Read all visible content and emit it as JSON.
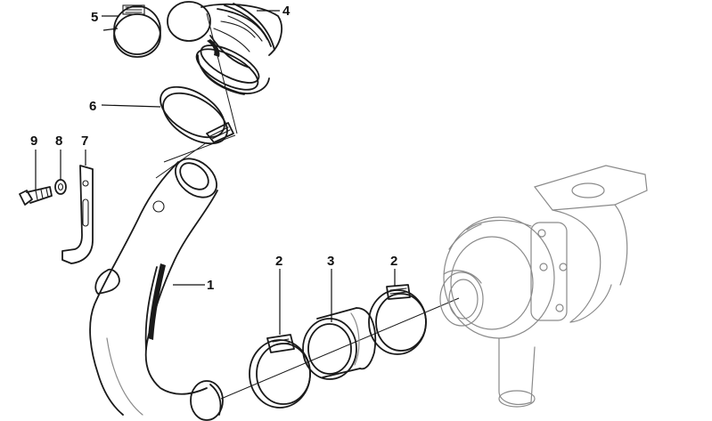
{
  "diagram": {
    "callouts": [
      {
        "id": "1",
        "text": "1"
      },
      {
        "id": "2a",
        "text": "2"
      },
      {
        "id": "2b",
        "text": "2"
      },
      {
        "id": "3",
        "text": "3"
      },
      {
        "id": "4",
        "text": "4"
      },
      {
        "id": "5",
        "text": "5"
      },
      {
        "id": "6",
        "text": "6"
      },
      {
        "id": "7",
        "text": "7"
      },
      {
        "id": "8",
        "text": "8"
      },
      {
        "id": "9",
        "text": "9"
      }
    ]
  }
}
